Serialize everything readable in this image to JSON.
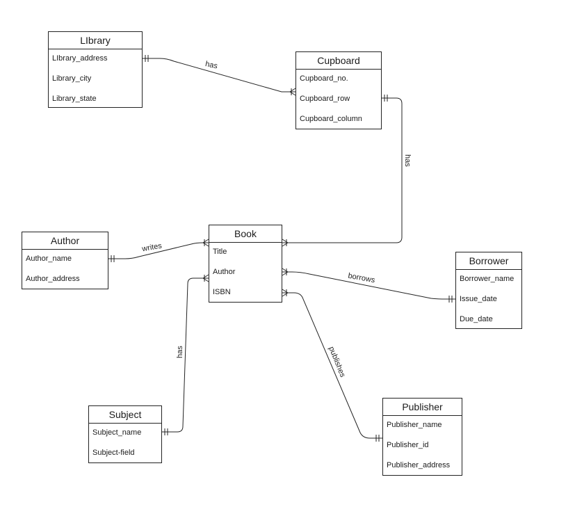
{
  "entities": {
    "library": {
      "title": "LIbrary",
      "attrs": [
        "LIbrary_address",
        "Library_city",
        "Library_state"
      ]
    },
    "cupboard": {
      "title": "Cupboard",
      "attrs": [
        "Cupboard_no.",
        "Cupboard_row",
        "Cupboard_column"
      ]
    },
    "author": {
      "title": "Author",
      "attrs": [
        "Author_name",
        "Author_address"
      ]
    },
    "book": {
      "title": "Book",
      "attrs": [
        "Title",
        "Author",
        "ISBN"
      ]
    },
    "borrower": {
      "title": "Borrower",
      "attrs": [
        "Borrower_name",
        "Issue_date",
        "Due_date"
      ]
    },
    "subject": {
      "title": "Subject",
      "attrs": [
        "Subject_name",
        "Subject-field"
      ]
    },
    "publisher": {
      "title": "Publisher",
      "attrs": [
        "Publisher_name",
        "Publisher_id",
        "Publisher_address"
      ]
    }
  },
  "relationships": {
    "library_cupboard": "has",
    "cupboard_book": "has",
    "author_book": "writes",
    "book_borrower": "borrows",
    "subject_book": "has",
    "book_publisher": "publishes"
  }
}
